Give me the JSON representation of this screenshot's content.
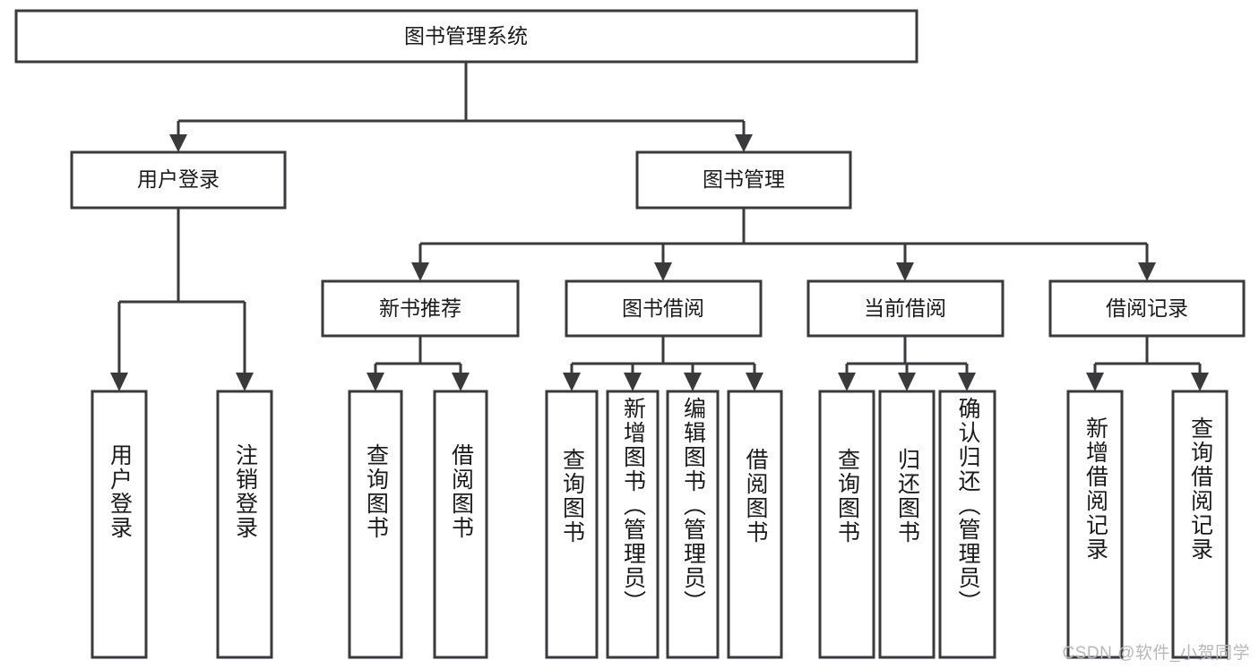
{
  "diagram": {
    "title": "图书管理系统",
    "type": "tree",
    "watermark": "CSDN @软件_小贺同学",
    "levels": {
      "root": {
        "label": "图书管理系统"
      },
      "level2": [
        {
          "id": "user-login",
          "label": "用户登录"
        },
        {
          "id": "book-management",
          "label": "图书管理"
        }
      ],
      "level3": [
        {
          "id": "new-book-recommend",
          "label": "新书推荐",
          "parent": "book-management"
        },
        {
          "id": "book-borrow",
          "label": "图书借阅",
          "parent": "book-management"
        },
        {
          "id": "current-borrow",
          "label": "当前借阅",
          "parent": "book-management"
        },
        {
          "id": "borrow-record",
          "label": "借阅记录",
          "parent": "book-management"
        }
      ],
      "leaves": [
        {
          "id": "leaf-user-login",
          "label": "用户登录",
          "parent": "user-login"
        },
        {
          "id": "leaf-logout-login",
          "label": "注销登录",
          "parent": "user-login"
        },
        {
          "id": "leaf-query-book-1",
          "label": "查询图书",
          "parent": "new-book-recommend"
        },
        {
          "id": "leaf-borrow-book-1",
          "label": "借阅图书",
          "parent": "new-book-recommend"
        },
        {
          "id": "leaf-query-book-2",
          "label": "查询图书",
          "parent": "book-borrow"
        },
        {
          "id": "leaf-add-book",
          "label": "新增图书（管理员）",
          "parent": "book-borrow"
        },
        {
          "id": "leaf-edit-book",
          "label": "编辑图书（管理员）",
          "parent": "book-borrow"
        },
        {
          "id": "leaf-borrow-book-2",
          "label": "借阅图书",
          "parent": "book-borrow"
        },
        {
          "id": "leaf-query-book-3",
          "label": "查询图书",
          "parent": "current-borrow"
        },
        {
          "id": "leaf-return-book",
          "label": "归还图书",
          "parent": "current-borrow"
        },
        {
          "id": "leaf-confirm-return",
          "label": "确认归还（管理员）",
          "parent": "current-borrow"
        },
        {
          "id": "leaf-add-record",
          "label": "新增借阅记录",
          "parent": "borrow-record"
        },
        {
          "id": "leaf-query-record",
          "label": "查询借阅记录",
          "parent": "borrow-record"
        }
      ]
    },
    "colors": {
      "stroke": "#3a3a3c",
      "box_fill": "#ffffff",
      "text": "#1a1a1a",
      "watermark": "#b8b8b8",
      "background": "#ffffff"
    }
  }
}
